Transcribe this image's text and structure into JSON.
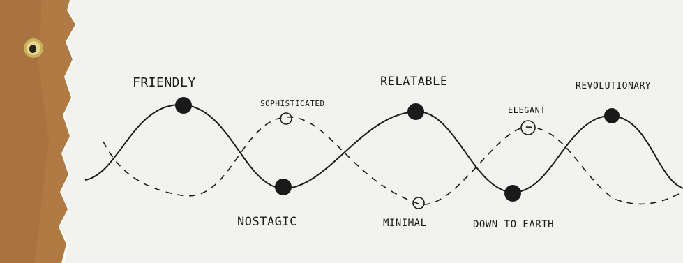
{
  "colors": {
    "cardboard": "#b07a45",
    "cardboard_dark": "#8a5a2e",
    "paper": "#f2f2ef",
    "ink": "#1a1a1a",
    "grommet": "#c9b15a"
  },
  "labels": {
    "friendly": "FRIENDLY",
    "sophisticated": "SOPHISTICATED",
    "relatable": "RELATABLE",
    "elegant": "ELEGANT",
    "revolutionary": "REVOLUTIONARY",
    "nostalgic": "NOSTAGIC",
    "minimal": "MINIMAL",
    "down_to_earth": "DOWN TO EARTH"
  }
}
